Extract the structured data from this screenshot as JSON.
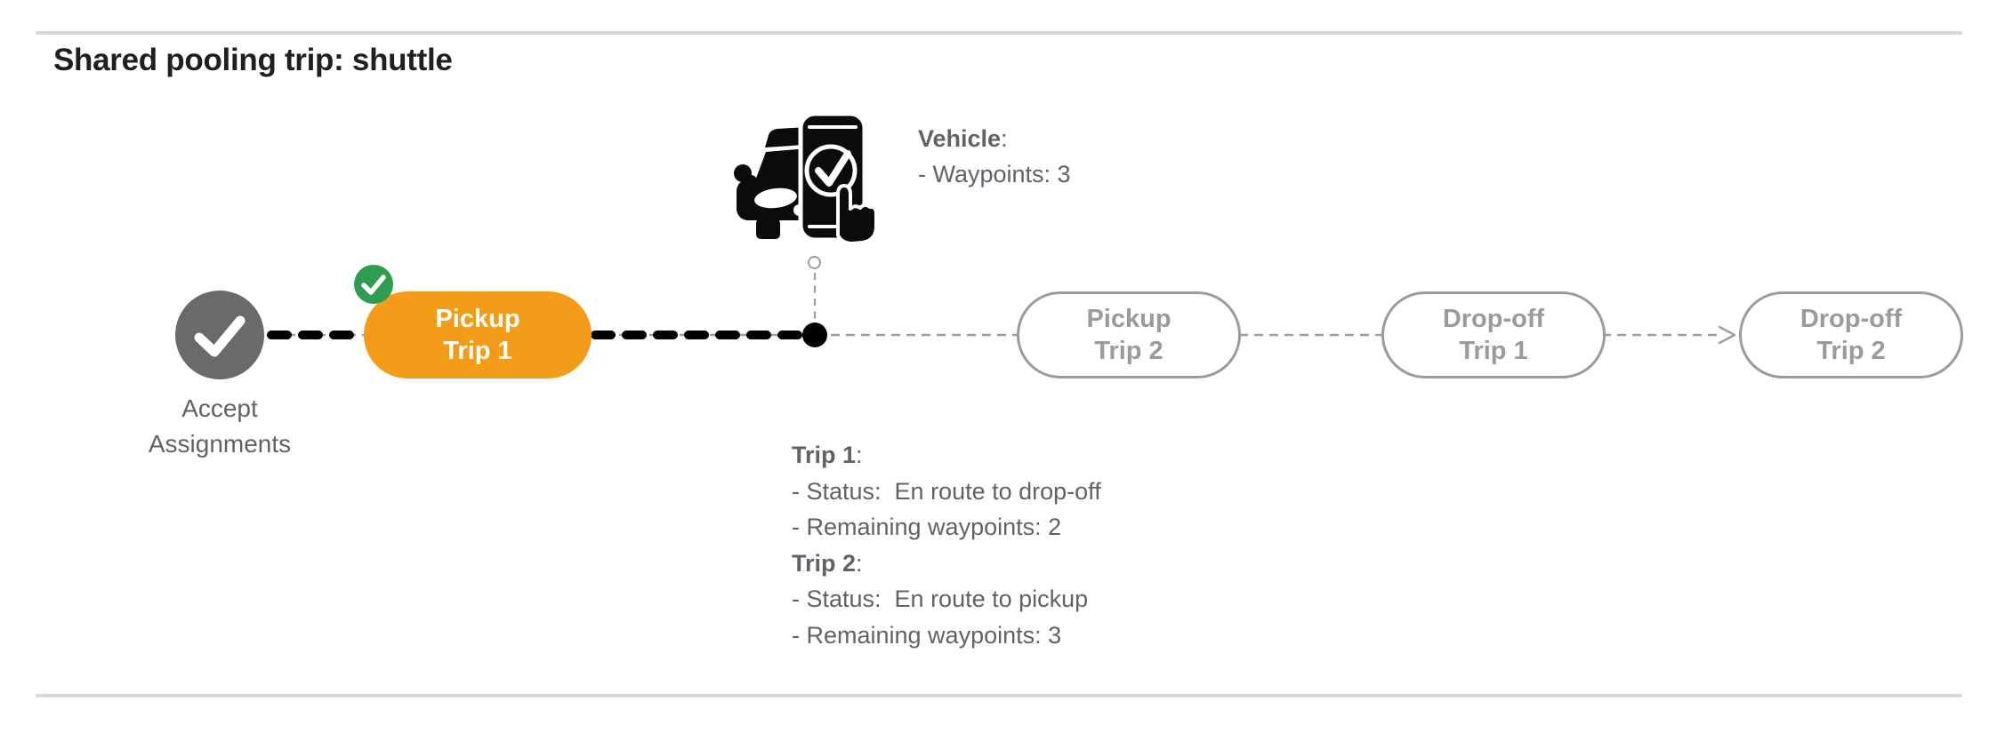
{
  "title": "Shared pooling trip: shuttle",
  "accept": {
    "line1": "Accept",
    "line2": "Assignments"
  },
  "pills": [
    {
      "id": "pickup-trip-1",
      "line1": "Pickup",
      "line2": "Trip 1",
      "state": "active"
    },
    {
      "id": "pickup-trip-2",
      "line1": "Pickup",
      "line2": "Trip 2",
      "state": "future"
    },
    {
      "id": "dropoff-trip-1",
      "line1": "Drop-off",
      "line2": "Trip 1",
      "state": "future"
    },
    {
      "id": "dropoff-trip-2",
      "line1": "Drop-off",
      "line2": "Trip 2",
      "state": "future"
    }
  ],
  "vehicle_info": {
    "heading": "Vehicle",
    "colon": ":",
    "lines": [
      "- Waypoints: 3"
    ]
  },
  "trip_info": {
    "sections": [
      {
        "heading": "Trip 1",
        "colon": ":",
        "lines": [
          "- Status:  En route to drop-off",
          "- Remaining waypoints: 2"
        ]
      },
      {
        "heading": "Trip 2",
        "colon": ":",
        "lines": [
          "- Status:  En route to pickup",
          "- Remaining waypoints: 3"
        ]
      }
    ]
  },
  "icons": {
    "accept_node": "check-circle-icon",
    "completed_badge": "check-badge-icon",
    "vehicle": "vehicle-phone-check-icon",
    "next_waypoint": "waypoint-circle-icon",
    "current_position": "current-position-dot",
    "route_arrow": "arrowhead-icon"
  },
  "colors": {
    "active_orange": "#f39c1a",
    "completed_green": "#2f9d50",
    "node_gray": "#6a6a6a",
    "text_gray": "#5f6368",
    "future_gray": "#9b9b9f",
    "line_gray": "#9e9e9e",
    "rule_gray": "#d8d8d8",
    "traveled_black": "#000000"
  }
}
